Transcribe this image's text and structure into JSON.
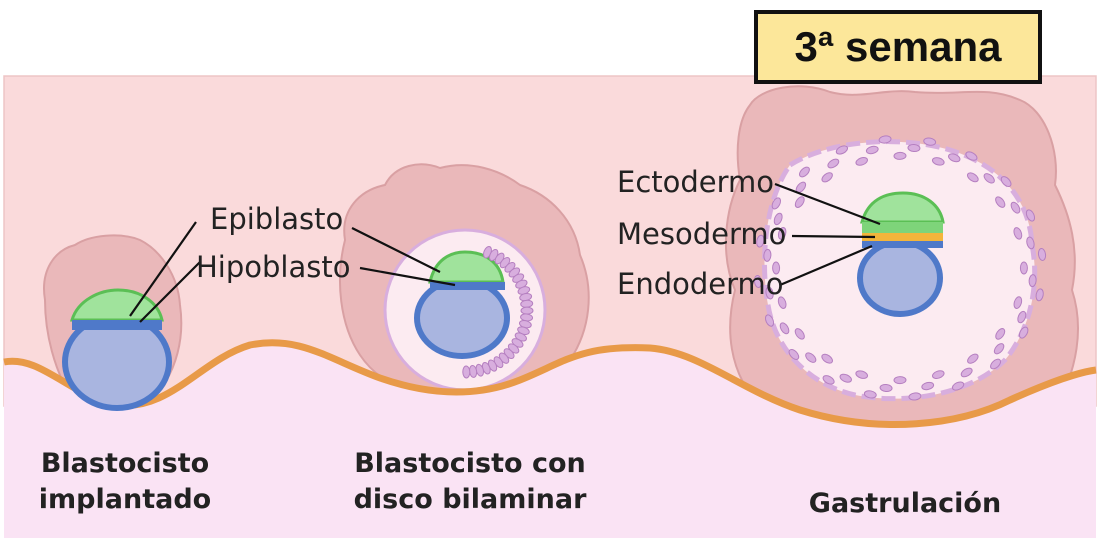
{
  "week_badge": "3ª semana",
  "labels": {
    "epiblast": "Epiblasto",
    "hypoblast": "Hipoblasto",
    "ectoderm": "Ectodermo",
    "mesoderm": "Mesodermo",
    "endoderm": "Endodermo"
  },
  "stages": [
    {
      "caption_line1": "Blastocisto",
      "caption_line2": "implantado"
    },
    {
      "caption_line1": "Blastocisto con",
      "caption_line2": "disco bilaminar"
    },
    {
      "caption_line1": "Gastrulación",
      "caption_line2": ""
    }
  ],
  "colors": {
    "endometrium": "#fadadb",
    "uterine_lumen": "#fae3f4",
    "epithelium": "#e89a48",
    "trophoblast": "#eab8ba",
    "cavity": "#fcebf1",
    "cells": "#d8aede",
    "epiblast": "#a0e39c",
    "hypoblast": "#4f79c9",
    "yolk_sac": "#a9b5e0",
    "mesoderm": "#f3b53b",
    "badge": "#fce79a"
  }
}
